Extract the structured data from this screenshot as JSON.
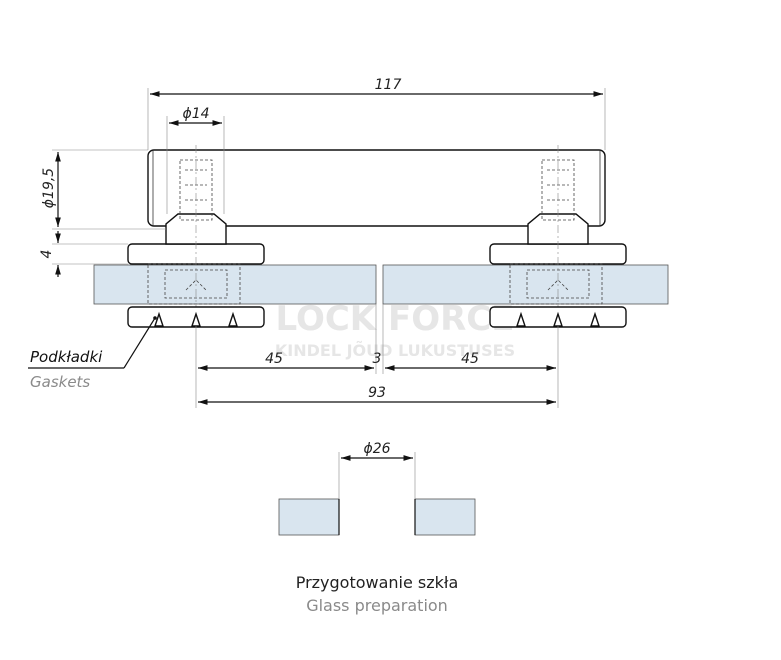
{
  "dimensions": {
    "overall_length": "117",
    "handle_diameter": "ϕ14",
    "handle_height": "ϕ19,5",
    "base_thickness": "4",
    "left_spacing": "45",
    "gap": "3",
    "right_spacing": "45",
    "hole_spacing": "93",
    "hole_diameter": "ϕ26"
  },
  "labels": {
    "gaskets_pl": "Podkładki",
    "gaskets_en": "Gaskets"
  },
  "watermark": {
    "line1": "LOCK FORCE",
    "line2": "KINDEL JÕUD LUKUSTUSES"
  },
  "caption": {
    "title_pl": "Przygotowanie szkła",
    "title_en": "Glass preparation"
  },
  "colors": {
    "glass": "#d9e5ef",
    "line": "#111111",
    "caption_en": "#8a8a8a"
  }
}
